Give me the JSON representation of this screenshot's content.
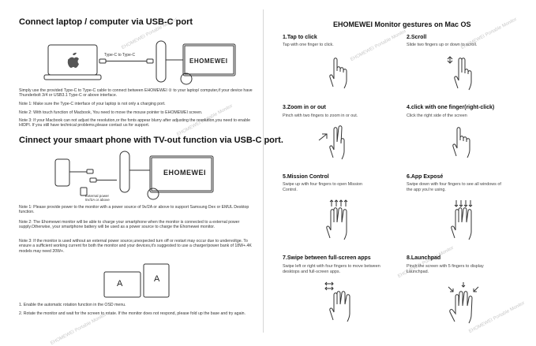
{
  "left": {
    "heading1": "Connect laptop / computer via USB-C port",
    "cable_label": "Type-C to Type-C",
    "brand": "EHOMEWEI",
    "para1": "Simply use the provided Type-C to Type-C cable to connect between EHOMEWEI ② to your laptop/ computer,if your device have Thunderbolt 3/4 or USB3.1 Type-C or above interface.",
    "note1": "Note 1: Make sure the Type-C interface of your laptop is not only a charging port.",
    "note2": "Note 2: With touch function of Macbook, You need to move the mouse pointer to EHOMEWEI screen.",
    "note3": "Note 3: If your Macbook can not adjust the resolution,or the fonts appear blurry after adjusting the resolution,you need to enable HIDPI. If you still have technical problems,please contact us for support.",
    "heading2": "Cinnect your smaart phone with TV-out function via USB-C port.",
    "power_label": "External power 5V/2A or above",
    "pnote1": "Note 1: Please provide power to the monitor with a power source of 9v/2A or above to support Samsung Dex or EMUL Desktop function.",
    "pnote2": "Note 2: The Ehomewei monitor will be able to charge your smartphone when the monitor is connected to a external power supply.Otherwise, your smartphone battery will be used as a power source to charge the Ehomewei monitor.",
    "pnote3": "Note 3: If the monitor is used without an external power source,unexpected turn off or restart may occur due to undervoltge. To ensure a sufficient working current for both the monitor and your devices,it's suggested to use a charger/power bank of 18W+.4K models may need 20W+.",
    "rot_a1": "A",
    "rot_a2": "A",
    "step1": "1. Enable the automatic rotation function in the OSD menu.",
    "step2": "2. Rotate the monitor and wait for the screen to rotate. If the monitor does not respond, please fold up the base and try again."
  },
  "right": {
    "title": "EHOMEWEI Monitor gestures on Mac OS",
    "gestures": [
      {
        "title": "1.Tap to click",
        "desc": "Tap with one finger to click."
      },
      {
        "title": "2.Scroll",
        "desc": "Slide two fingers up or down to scroll."
      },
      {
        "title": "3.Zoom in or out",
        "desc": "Pinch with two fingers to zoom in or out."
      },
      {
        "title": "4.click with one finger(right-click)",
        "desc": "Click the right side of the screen"
      },
      {
        "title": "5.Mission Control",
        "desc": "Swipe up with four fingers to open Mission Control."
      },
      {
        "title": "6.App Exposé",
        "desc": "Swipe down with four fingers to see all windows of the app you're using."
      },
      {
        "title": "7.Swipe between full-screen apps",
        "desc": "Swipe left or right with four fingers to move between desktops and full-screen apps."
      },
      {
        "title": "8.Launchpad",
        "desc": "Pinch the screen with 5 fingers to display Launchpad."
      }
    ]
  },
  "watermark": "EHOMEWEI Portable Monitor"
}
